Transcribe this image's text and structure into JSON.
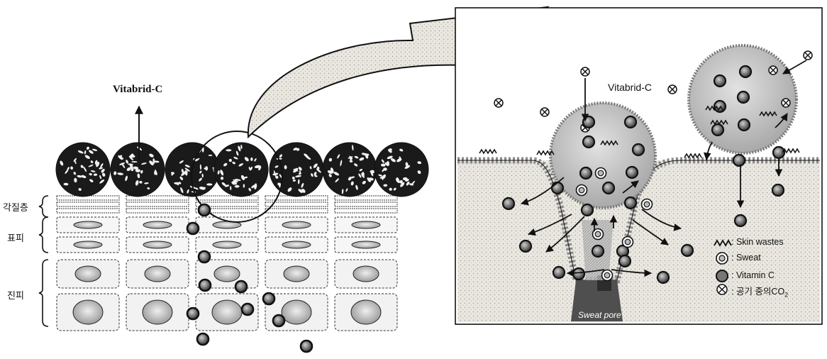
{
  "left_figure": {
    "vitabrid_label": "Vitabrid-C",
    "layer_labels": {
      "stratum_corneum": "각질층",
      "epidermis": "표피",
      "dermis": "진피"
    }
  },
  "inset": {
    "vitabrid_label": "Vitabrid-C",
    "sweat_pore_label": "Sweat pore",
    "legend": [
      {
        "icon": "skin-wastes-icon",
        "text": ": Skin wastes"
      },
      {
        "icon": "sweat-icon",
        "text": ": Sweat"
      },
      {
        "icon": "vitamin-c-icon",
        "text": ": Vitamin C"
      },
      {
        "icon": "co2-icon",
        "text": ": 공기 중의CO"
      }
    ],
    "co2_subscript": "2"
  },
  "colors": {
    "line": "#111111",
    "inset_background": "#f4f2ec",
    "vesicle_fill": "#c8c8c8",
    "skin_fill": "#ececec",
    "particle_fill": "#6e6e6e",
    "pore_fill": "#555555"
  }
}
